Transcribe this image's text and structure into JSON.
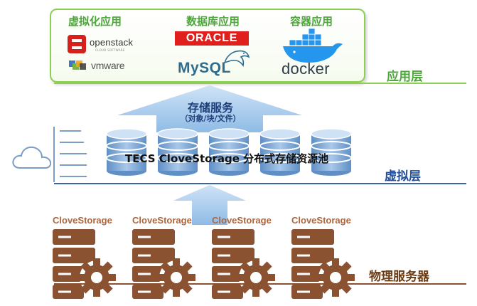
{
  "application_layer": {
    "label": "应用层",
    "categories": [
      {
        "title": "虚拟化应用",
        "logos": [
          "openstack",
          "CLOUD SOFTWARE",
          "vmware"
        ]
      },
      {
        "title": "数据库应用",
        "logos": [
          "ORACLE",
          "MySQL"
        ]
      },
      {
        "title": "容器应用",
        "logos": [
          "docker"
        ]
      }
    ]
  },
  "storage_service": {
    "title": "存储服务",
    "subtitle": "（对象/块/文件）"
  },
  "virtual_layer": {
    "label": "虚拟层",
    "pool_title": "TECS CloveStorage 分布式存储资源池",
    "disk_count": 5
  },
  "physical_layer": {
    "label": "物理服务器",
    "servers": [
      {
        "label": "CloveStorage"
      },
      {
        "label": "CloveStorage"
      },
      {
        "label": "CloveStorage"
      },
      {
        "label": "CloveStorage"
      }
    ]
  },
  "colors": {
    "app_green": "#4aa637",
    "app_border": "#8ccf53",
    "virtual_blue": "#1f4e9c",
    "arrow_blue": "#9ec5ea",
    "disk_blue": "#6f9fd0",
    "server_brown": "#8b5232",
    "server_label": "#b0643a"
  },
  "icons": [
    "cloud-icon",
    "database-icon",
    "server-icon",
    "gear-icon",
    "openstack-icon",
    "vmware-icon",
    "mysql-dolphin-icon",
    "docker-whale-icon"
  ]
}
